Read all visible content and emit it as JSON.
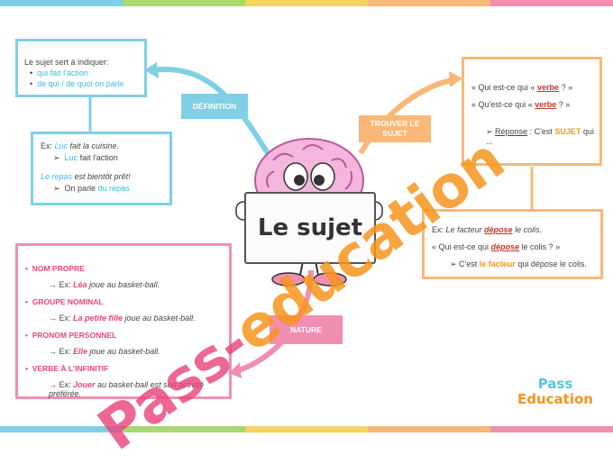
{
  "colors": {
    "blue": "#7fd0e6",
    "orange": "#f9b877",
    "pink": "#f08fb1",
    "green": "#a9d86e",
    "yellow": "#f4d35e"
  },
  "definition": {
    "tag": "DÉFINITION",
    "intro": "Le sujet sert à  indiquer:",
    "items": [
      "qui fait l'action",
      "de qui / de quoi on parle"
    ],
    "example": {
      "ex_label": "Ex: ",
      "s1_subject": "Luc",
      "s1_rest": " fait la cuisine.",
      "s1_arrow_subject": "Luc",
      "s1_arrow_rest": " fait l'action",
      "s2_subject": "Le repas",
      "s2_rest": " est bientôt prêt!",
      "s2_arrow_pre": "On parle ",
      "s2_arrow_subject": "du repas"
    }
  },
  "center": {
    "title": "Le sujet"
  },
  "trouver": {
    "tag": "TROUVER LE SUJET",
    "q1_pre": "« Qui est-ce qui  « ",
    "q1_verb": "verbe",
    "q1_post": "  ? »",
    "q2_pre": "« Qu'est-ce qui  « ",
    "q2_verb": "verbe",
    "q2_post": "  ? »",
    "answer_label": "Réponse",
    "answer_mid": " : C'est ",
    "answer_subject": "SUJET",
    "answer_post": " qui ...",
    "example": {
      "ex_label": "Ex: ",
      "sentence_pre": "Le facteur ",
      "sentence_verb": "dépose",
      "sentence_post": " le colis.",
      "q_pre": "« Qui est-ce qui ",
      "q_verb": "dépose",
      "q_post": " le colis ? »",
      "a_pre": "C'est ",
      "a_subject": "le facteur",
      "a_post": " qui dépose le colis."
    }
  },
  "nature": {
    "tag": "NATURE",
    "items": [
      {
        "title": "NOM PROPRE",
        "ex": "→ Ex: ",
        "subject": "Léa",
        "rest": " joue au basket-ball."
      },
      {
        "title": "GROUPE NOMINAL",
        "ex": "→ Ex: ",
        "subject": "La petite fille",
        "rest": " joue au basket-ball."
      },
      {
        "title": "PRONOM PERSONNEL",
        "ex": "→ Ex: ",
        "subject": "Elle",
        "rest": " joue au basket-ball."
      },
      {
        "title": "VERBE À L'INFINITIF",
        "ex": "→ Ex: ",
        "subject": "Jouer",
        "rest": " au basket-ball est son activité préférée."
      }
    ]
  },
  "watermark": {
    "text_a": "Pass-",
    "text_b": "education"
  },
  "logo": {
    "line1": "Pass",
    "line2": "Education"
  }
}
